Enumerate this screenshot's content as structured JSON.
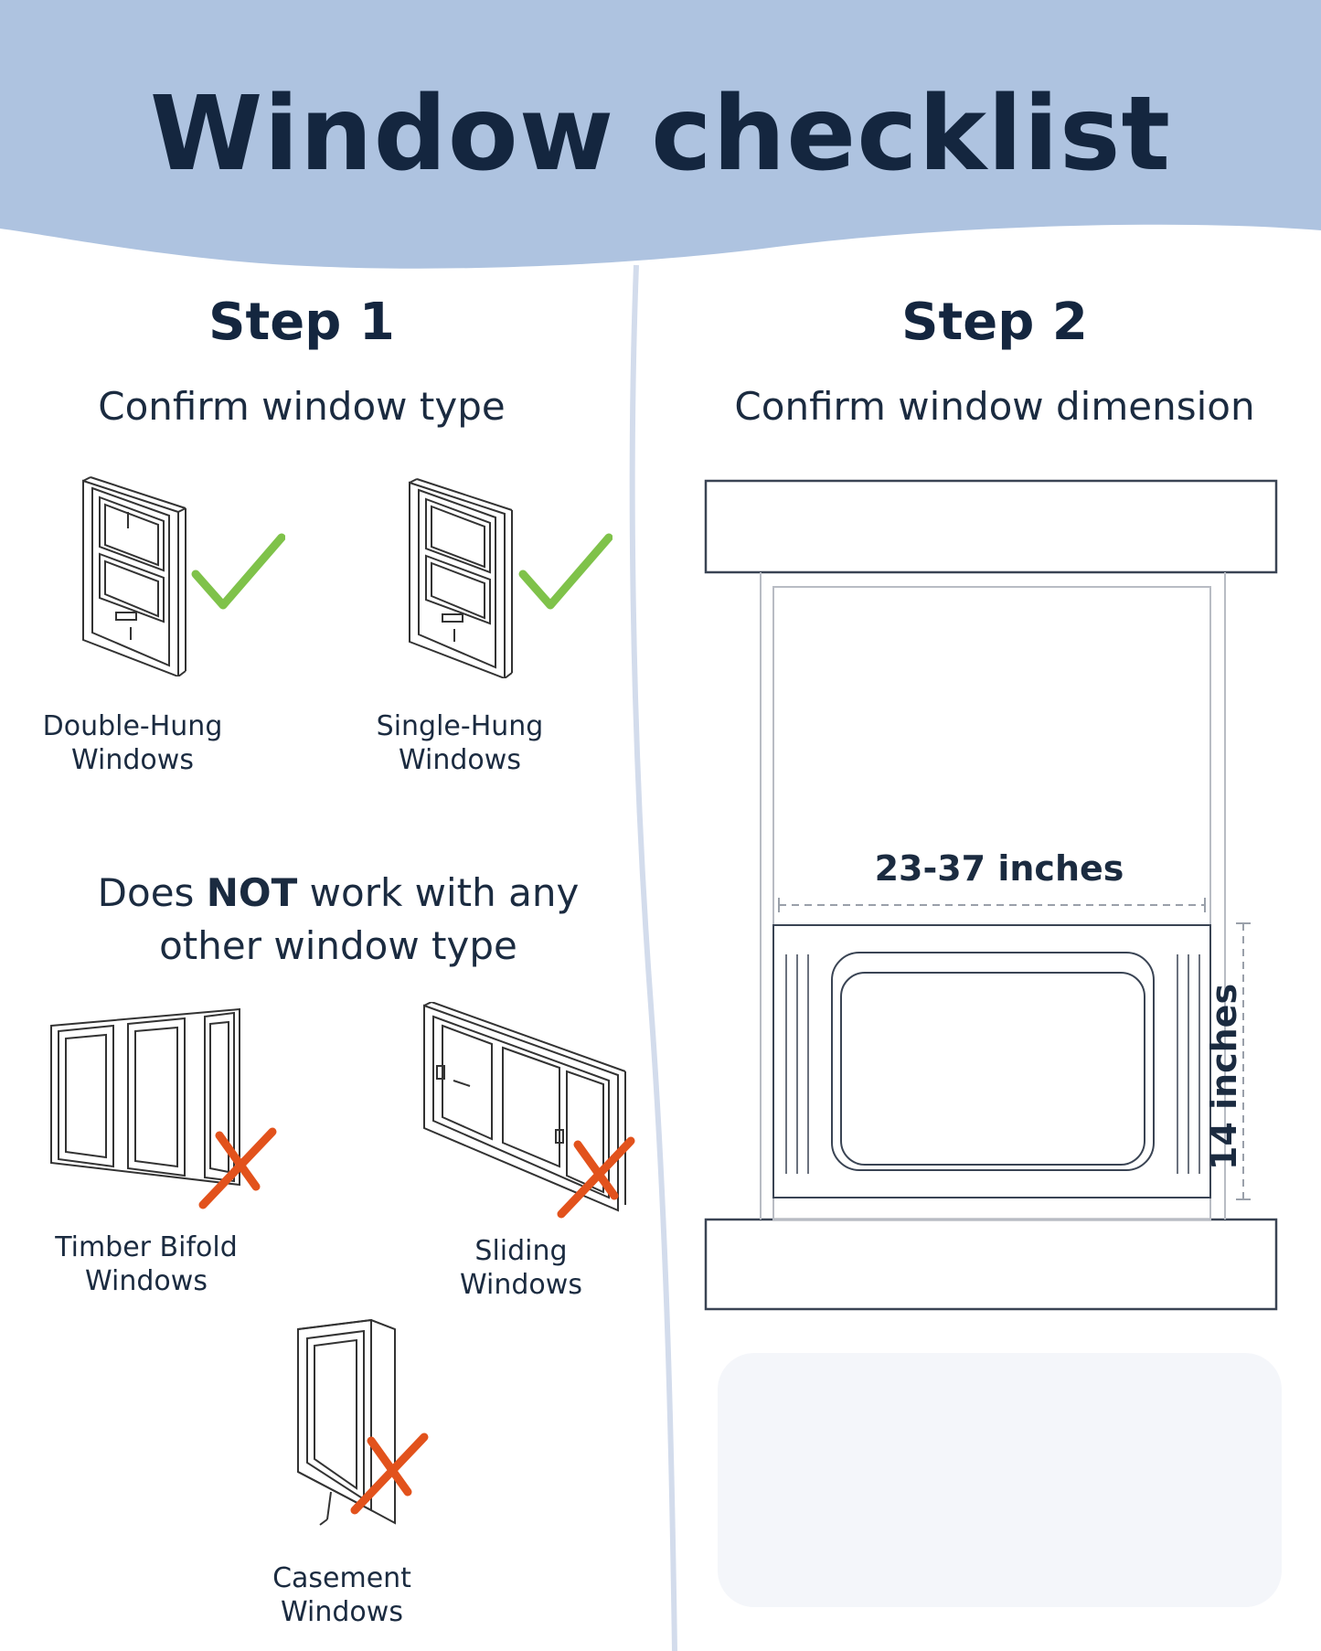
{
  "title": "Window checklist",
  "step1": {
    "heading": "Step 1",
    "subtitle": "Confirm window type",
    "compatible": [
      {
        "line1": "Double-Hung",
        "line2": "Windows",
        "mark": "check-icon"
      },
      {
        "line1": "Single-Hung",
        "line2": "Windows",
        "mark": "check-icon"
      }
    ],
    "not_work": {
      "before": "Does ",
      "bold": "NOT",
      "after": " work with any",
      "line2": "other window type"
    },
    "incompatible": [
      {
        "line1": "Timber Bifold",
        "line2": "Windows",
        "mark": "x-icon"
      },
      {
        "line1": "Sliding",
        "line2": "Windows",
        "mark": "x-icon"
      },
      {
        "line1": "Casement",
        "line2": "Windows",
        "mark": "x-icon"
      }
    ]
  },
  "step2": {
    "heading": "Step 2",
    "subtitle": "Confirm window dimension",
    "width_label": "23-37 inches",
    "height_label": "14 inches"
  },
  "colors": {
    "banner": "#aec3e0",
    "text": "#14263f",
    "check": "#7fc24a",
    "cross": "#e2521c",
    "divider": "#d3dcec"
  }
}
